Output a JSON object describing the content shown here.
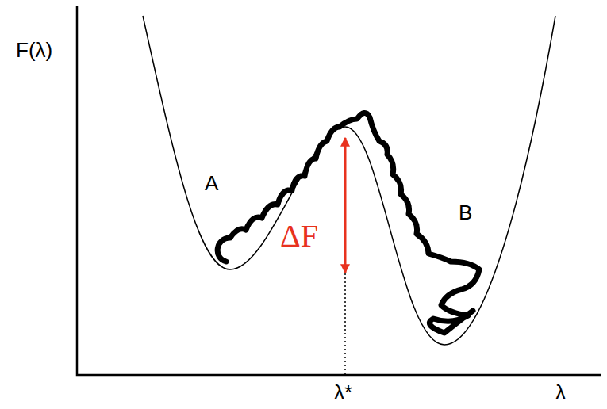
{
  "diagram": {
    "labels": [
      "F(λ)",
      "A",
      "ΔF",
      "B",
      "λ*",
      "λ"
    ]
  }
}
